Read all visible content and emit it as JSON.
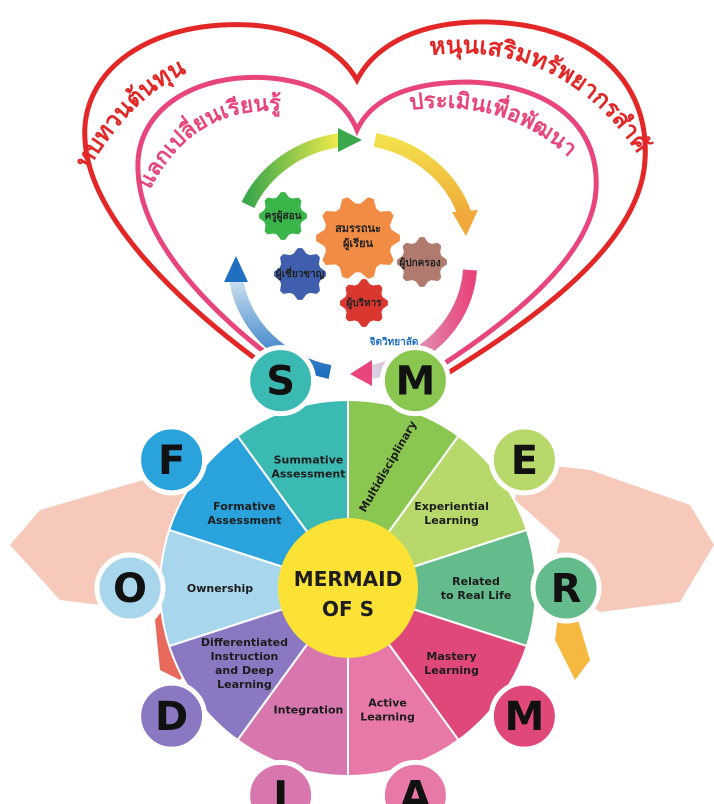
{
  "heart": {
    "left_outer": "ทบทวนต้นทุน",
    "right_outer": "หนุนเสริมทรัพยากรสำคัญ",
    "left_inner": "แลกเปลี่ยนเรียนรู้",
    "right_inner": "ประเมินเพื่อพัฒนา"
  },
  "gears": {
    "center": [
      "สมรรถนะ",
      "ผู้เรียน"
    ],
    "teacher": "ครูผู้สอน",
    "parent": "ผู้ปกครอง",
    "expert": "ผู้เชี่ยวชาญ",
    "admin": "ผู้บริหาร",
    "psychology": "จิตวิทยาลัด"
  },
  "center": {
    "line1": "MERMAID",
    "line2": "OF S"
  },
  "segments": [
    {
      "letter": "M",
      "label": [
        "Multidisciplinary"
      ],
      "color": "#8ac750"
    },
    {
      "letter": "E",
      "label": [
        "Experiential",
        "Learning"
      ],
      "color": "#b7d86a"
    },
    {
      "letter": "R",
      "label": [
        "Related",
        "to Real Life"
      ],
      "color": "#64bb8c"
    },
    {
      "letter": "M",
      "label": [
        "Mastery",
        "Learning"
      ],
      "color": "#e0487a"
    },
    {
      "letter": "A",
      "label": [
        "Active",
        "Learning"
      ],
      "color": "#e778a8"
    },
    {
      "letter": "I",
      "label": [
        "Integration"
      ],
      "color": "#d877ad"
    },
    {
      "letter": "D",
      "label": [
        "Differentiated",
        "Instruction",
        "and Deep",
        "Learning"
      ],
      "color": "#8a78c3"
    },
    {
      "letter": "O",
      "label": [
        "Ownership"
      ],
      "color": "#a8d6ec"
    },
    {
      "letter": "F",
      "label": [
        "Formative",
        "Assessment"
      ],
      "color": "#2aa3dd"
    },
    {
      "letter": "S",
      "label": [
        "Summative",
        "Assessment"
      ],
      "color": "#3bbab4"
    }
  ],
  "colors": {
    "heart_outer": "#e32626",
    "heart_inner": "#e8457b",
    "hands": "#f6c9bb",
    "center_circle": "#fbe234"
  }
}
